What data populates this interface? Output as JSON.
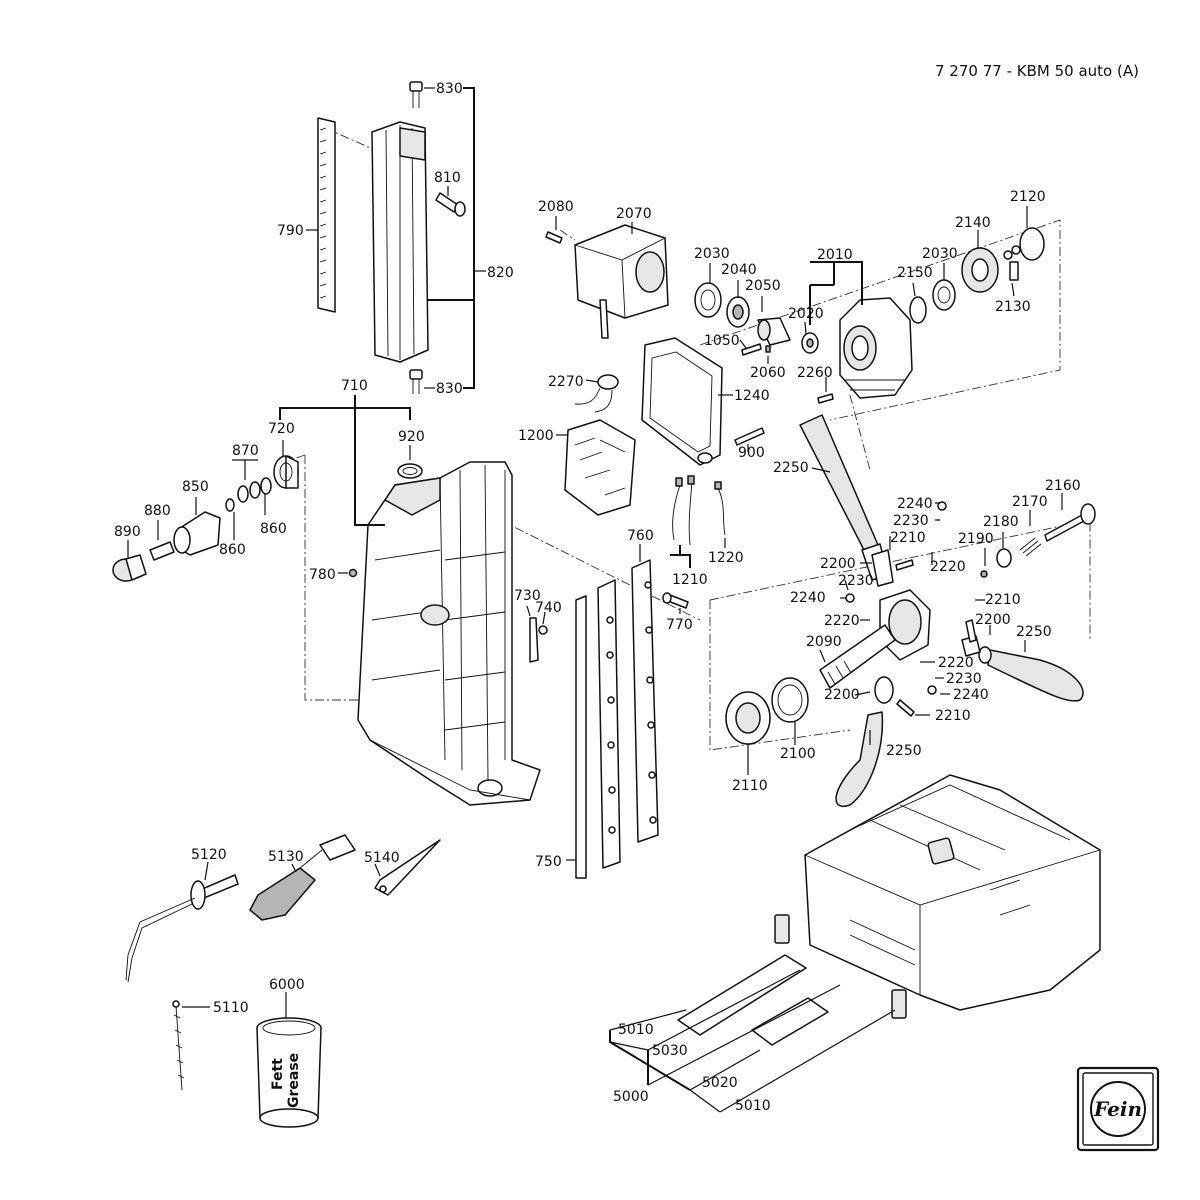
{
  "title": "7 270 77 - KBM 50 auto (A)",
  "logo_text": "Fein",
  "grease_text": [
    "Fett",
    "Grease"
  ],
  "labels": {
    "p830a": "830",
    "p810": "810",
    "p790": "790",
    "p820": "820",
    "p830b": "830",
    "p710": "710",
    "p720": "720",
    "p920": "920",
    "p870": "870",
    "p850": "850",
    "p880": "880",
    "p890": "890",
    "p860a": "860",
    "p860b": "860",
    "p780": "780",
    "p730": "730",
    "p740": "740",
    "p770": "770",
    "p760": "760",
    "p750": "750",
    "p2080": "2080",
    "p2070": "2070",
    "p2030a": "2030",
    "p2040": "2040",
    "p2050": "2050",
    "p2010": "2010",
    "p2020": "2020",
    "p1050": "1050",
    "p2060": "2060",
    "p2260": "2260",
    "p2150": "2150",
    "p2030b": "2030",
    "p2140": "2140",
    "p2120": "2120",
    "p2130": "2130",
    "p2270": "2270",
    "p1240": "1240",
    "p1200": "1200",
    "p900": "900",
    "p1210": "1210",
    "p1220": "1220",
    "p2250a": "2250",
    "p2240a": "2240",
    "p2230a": "2230",
    "p2210a": "2210",
    "p2200a": "2200",
    "p2220a": "2220",
    "p2190": "2190",
    "p2180": "2180",
    "p2170": "2170",
    "p2160": "2160",
    "p2230b": "2230",
    "p2240b": "2240",
    "p2220b": "2220",
    "p2210b": "2210",
    "p2200b": "2200",
    "p2250b": "2250",
    "p2090": "2090",
    "p2220c": "2220",
    "p2230c": "2230",
    "p2240c": "2240",
    "p2200c": "2200",
    "p2210c": "2210",
    "p2250c": "2250",
    "p2110": "2110",
    "p2100": "2100",
    "p5120": "5120",
    "p5130": "5130",
    "p5140": "5140",
    "p5110": "5110",
    "p6000": "6000",
    "p5010a": "5010",
    "p5030": "5030",
    "p5000": "5000",
    "p5020": "5020",
    "p5010b": "5010"
  }
}
